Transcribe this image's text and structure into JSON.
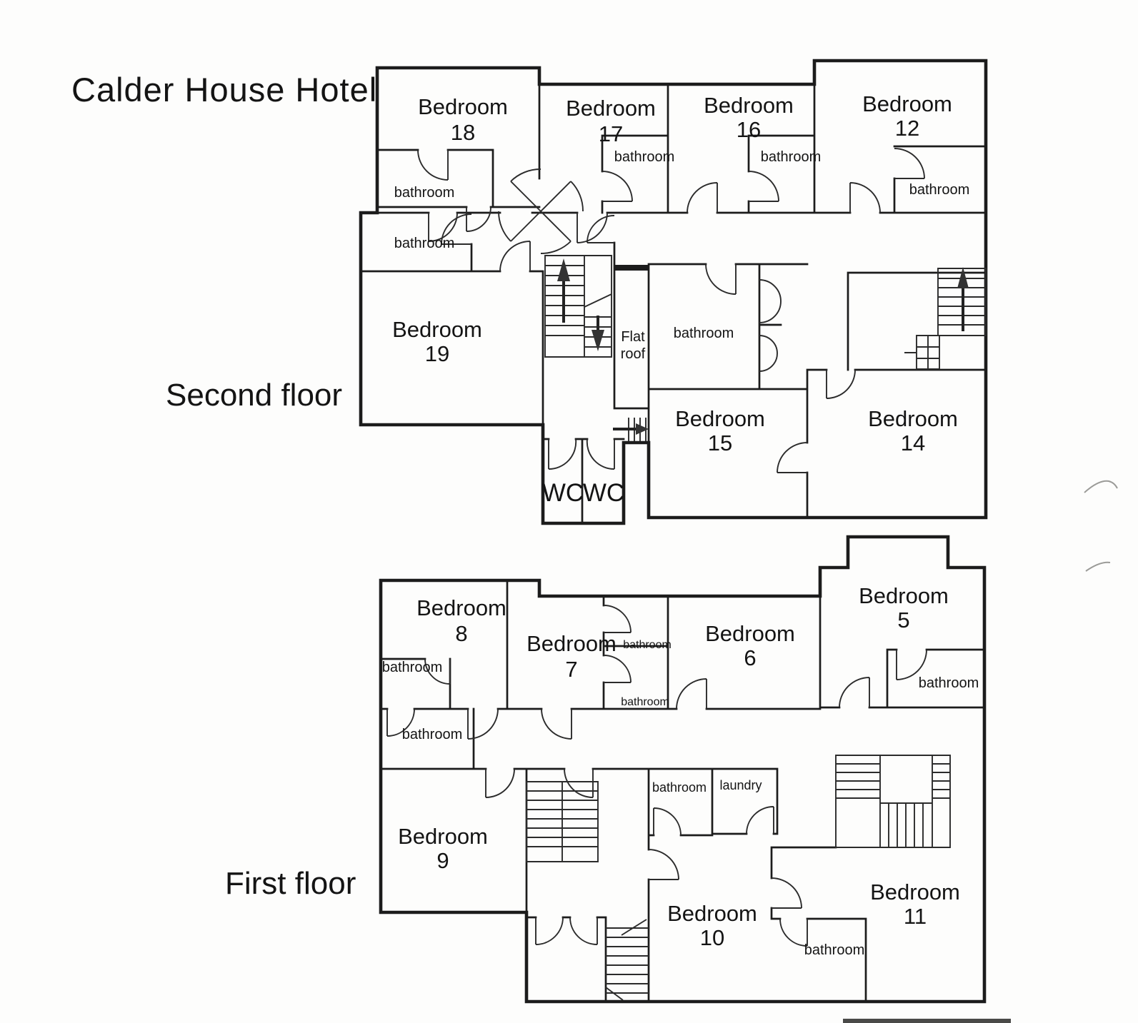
{
  "title": "Calder House Hotel",
  "second_floor": {
    "name": "Second floor",
    "bedrooms": [
      {
        "label": "Bedroom",
        "number": "18"
      },
      {
        "label": "Bedroom",
        "number": "17"
      },
      {
        "label": "Bedroom",
        "number": "16"
      },
      {
        "label": "Bedroom",
        "number": "12"
      },
      {
        "label": "Bedroom",
        "number": "19"
      },
      {
        "label": "Bedroom",
        "number": "15"
      },
      {
        "label": "Bedroom",
        "number": "14"
      }
    ],
    "bathrooms": [
      "bathroom",
      "bathroom",
      "bathroom",
      "bathroom",
      "bathroom",
      "bathroom"
    ],
    "wc": [
      "WC",
      "WC"
    ],
    "flat_roof": {
      "line1": "Flat",
      "line2": "roof"
    }
  },
  "first_floor": {
    "name": "First floor",
    "bedrooms": [
      {
        "label": "Bedroom",
        "number": "8"
      },
      {
        "label": "Bedroom",
        "number": "7"
      },
      {
        "label": "Bedroom",
        "number": "6"
      },
      {
        "label": "Bedroom",
        "number": "5"
      },
      {
        "label": "Bedroom",
        "number": "9"
      },
      {
        "label": "Bedroom",
        "number": "10"
      },
      {
        "label": "Bedroom",
        "number": "11"
      }
    ],
    "bathrooms": [
      "bathroom",
      "bathroom",
      "bathroom",
      "bathroom",
      "bathroom",
      "bathroom",
      "bathroom"
    ],
    "laundry": "laundry"
  }
}
